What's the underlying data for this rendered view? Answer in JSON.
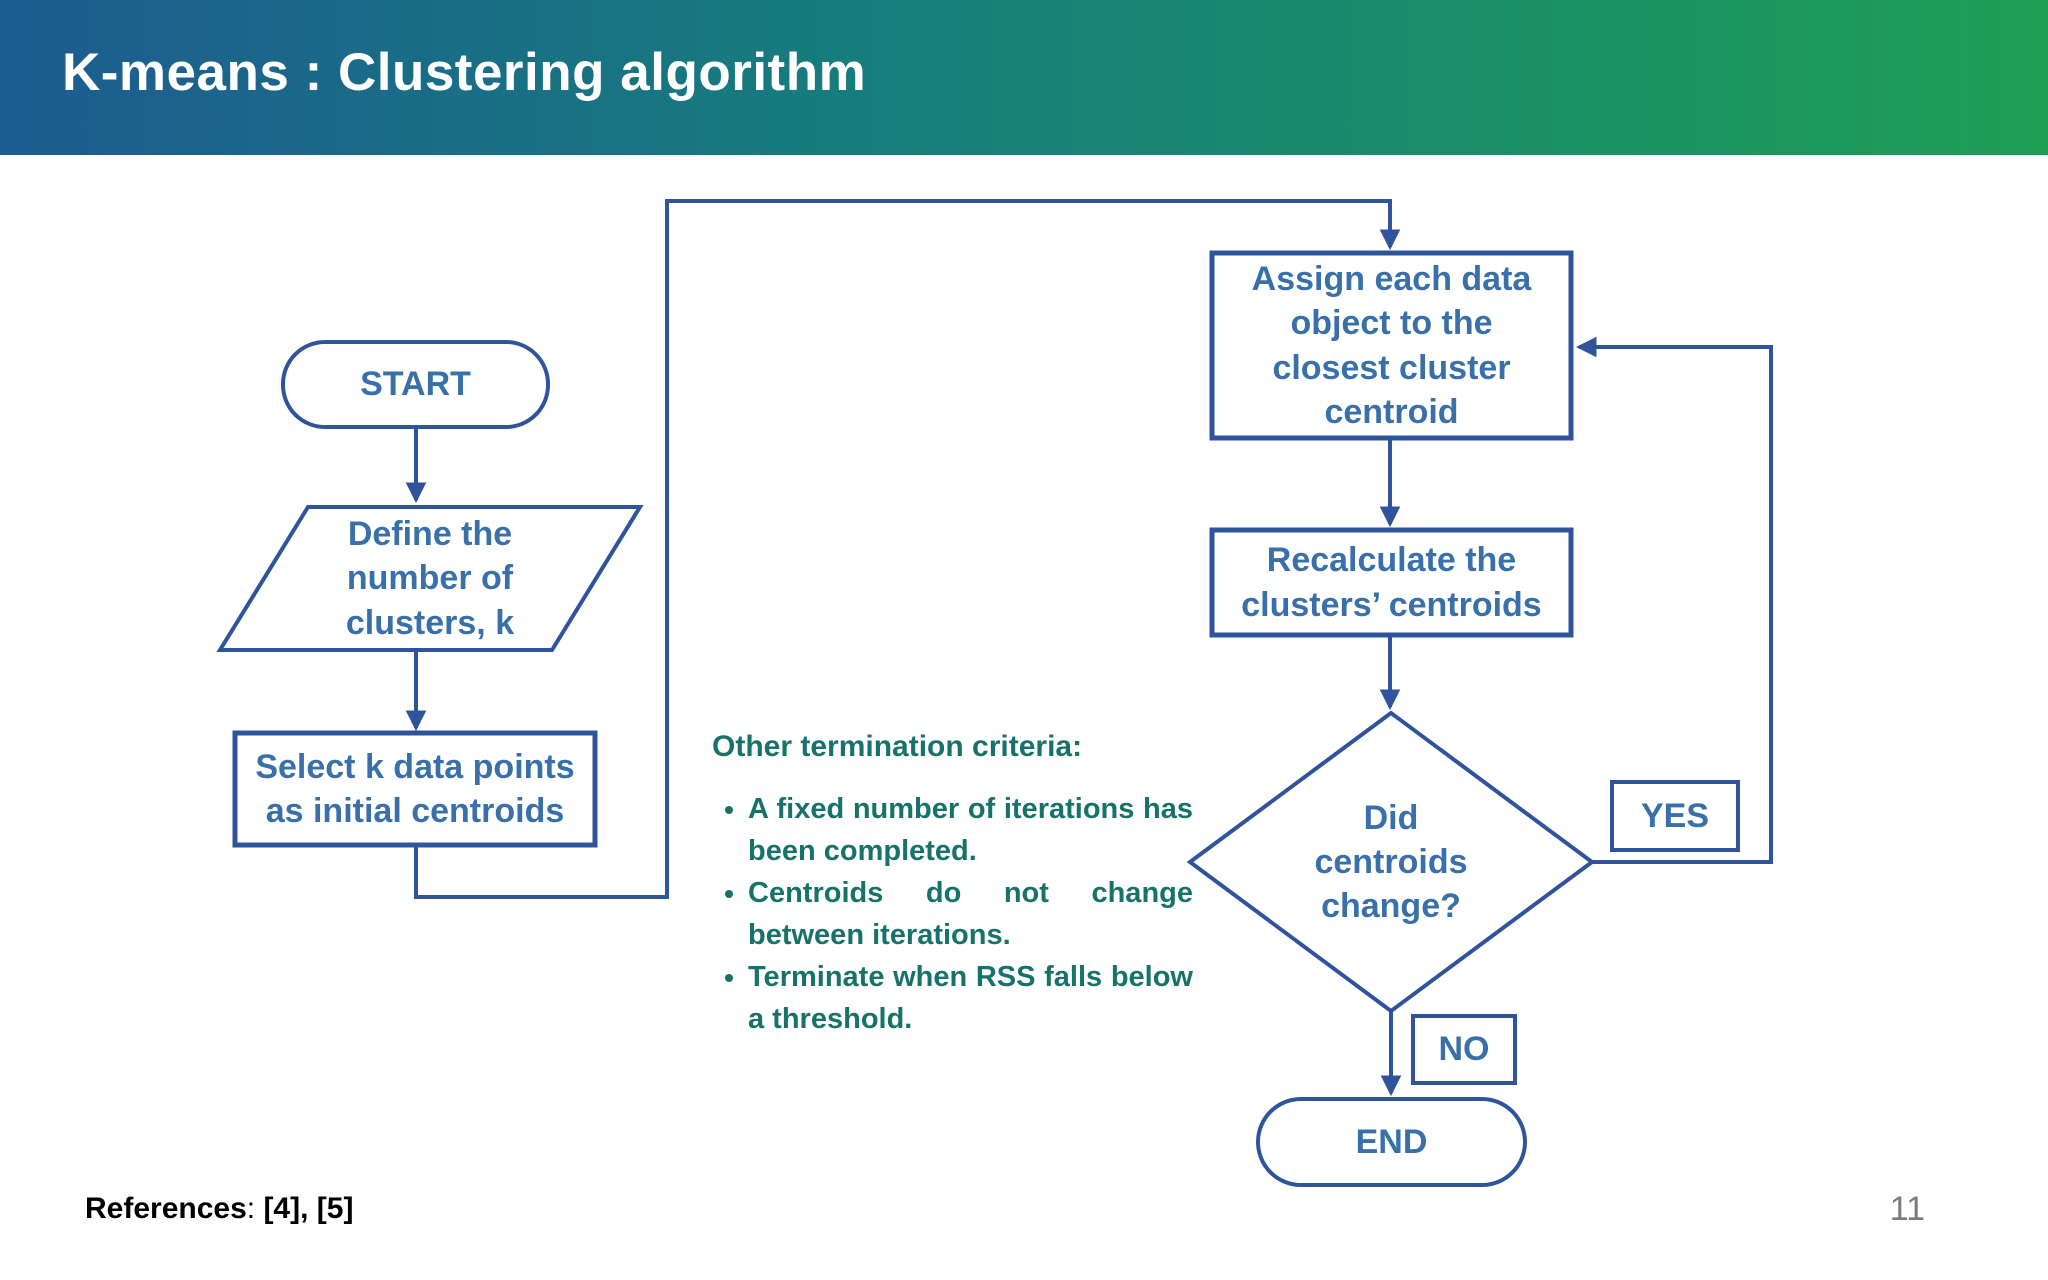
{
  "header": {
    "title": "K-means : Clustering algorithm"
  },
  "flowchart": {
    "start": {
      "label": "START"
    },
    "define": {
      "label": "Define the\nnumber of\nclusters, k"
    },
    "select": {
      "label": "Select k data points\nas initial centroids"
    },
    "assign": {
      "label": "Assign each data\nobject to the\nclosest cluster\ncentroid"
    },
    "recalculate": {
      "label": "Recalculate the\nclusters’ centroids"
    },
    "decision": {
      "label": "Did\ncentroids\nchange?"
    },
    "yes_label": "YES",
    "no_label": "NO",
    "end": {
      "label": "END"
    }
  },
  "criteria": {
    "heading": "Other termination criteria:",
    "items": [
      "A fixed number of iterations has been completed.",
      "Centroids do not change between iterations.",
      "Terminate when RSS falls below a threshold."
    ]
  },
  "footer": {
    "references_label": "References",
    "references_separator": ": ",
    "references_value": "[4], [5]",
    "page_number": "11"
  },
  "colors": {
    "header_gradient_start": "#1d5c90",
    "header_gradient_mid": "#16807a",
    "header_gradient_end": "#1f9e55",
    "shape_stroke": "#2f549b",
    "shape_text": "#3a70a9",
    "criteria_text": "#17726a",
    "page_number": "#7a7a7e"
  }
}
